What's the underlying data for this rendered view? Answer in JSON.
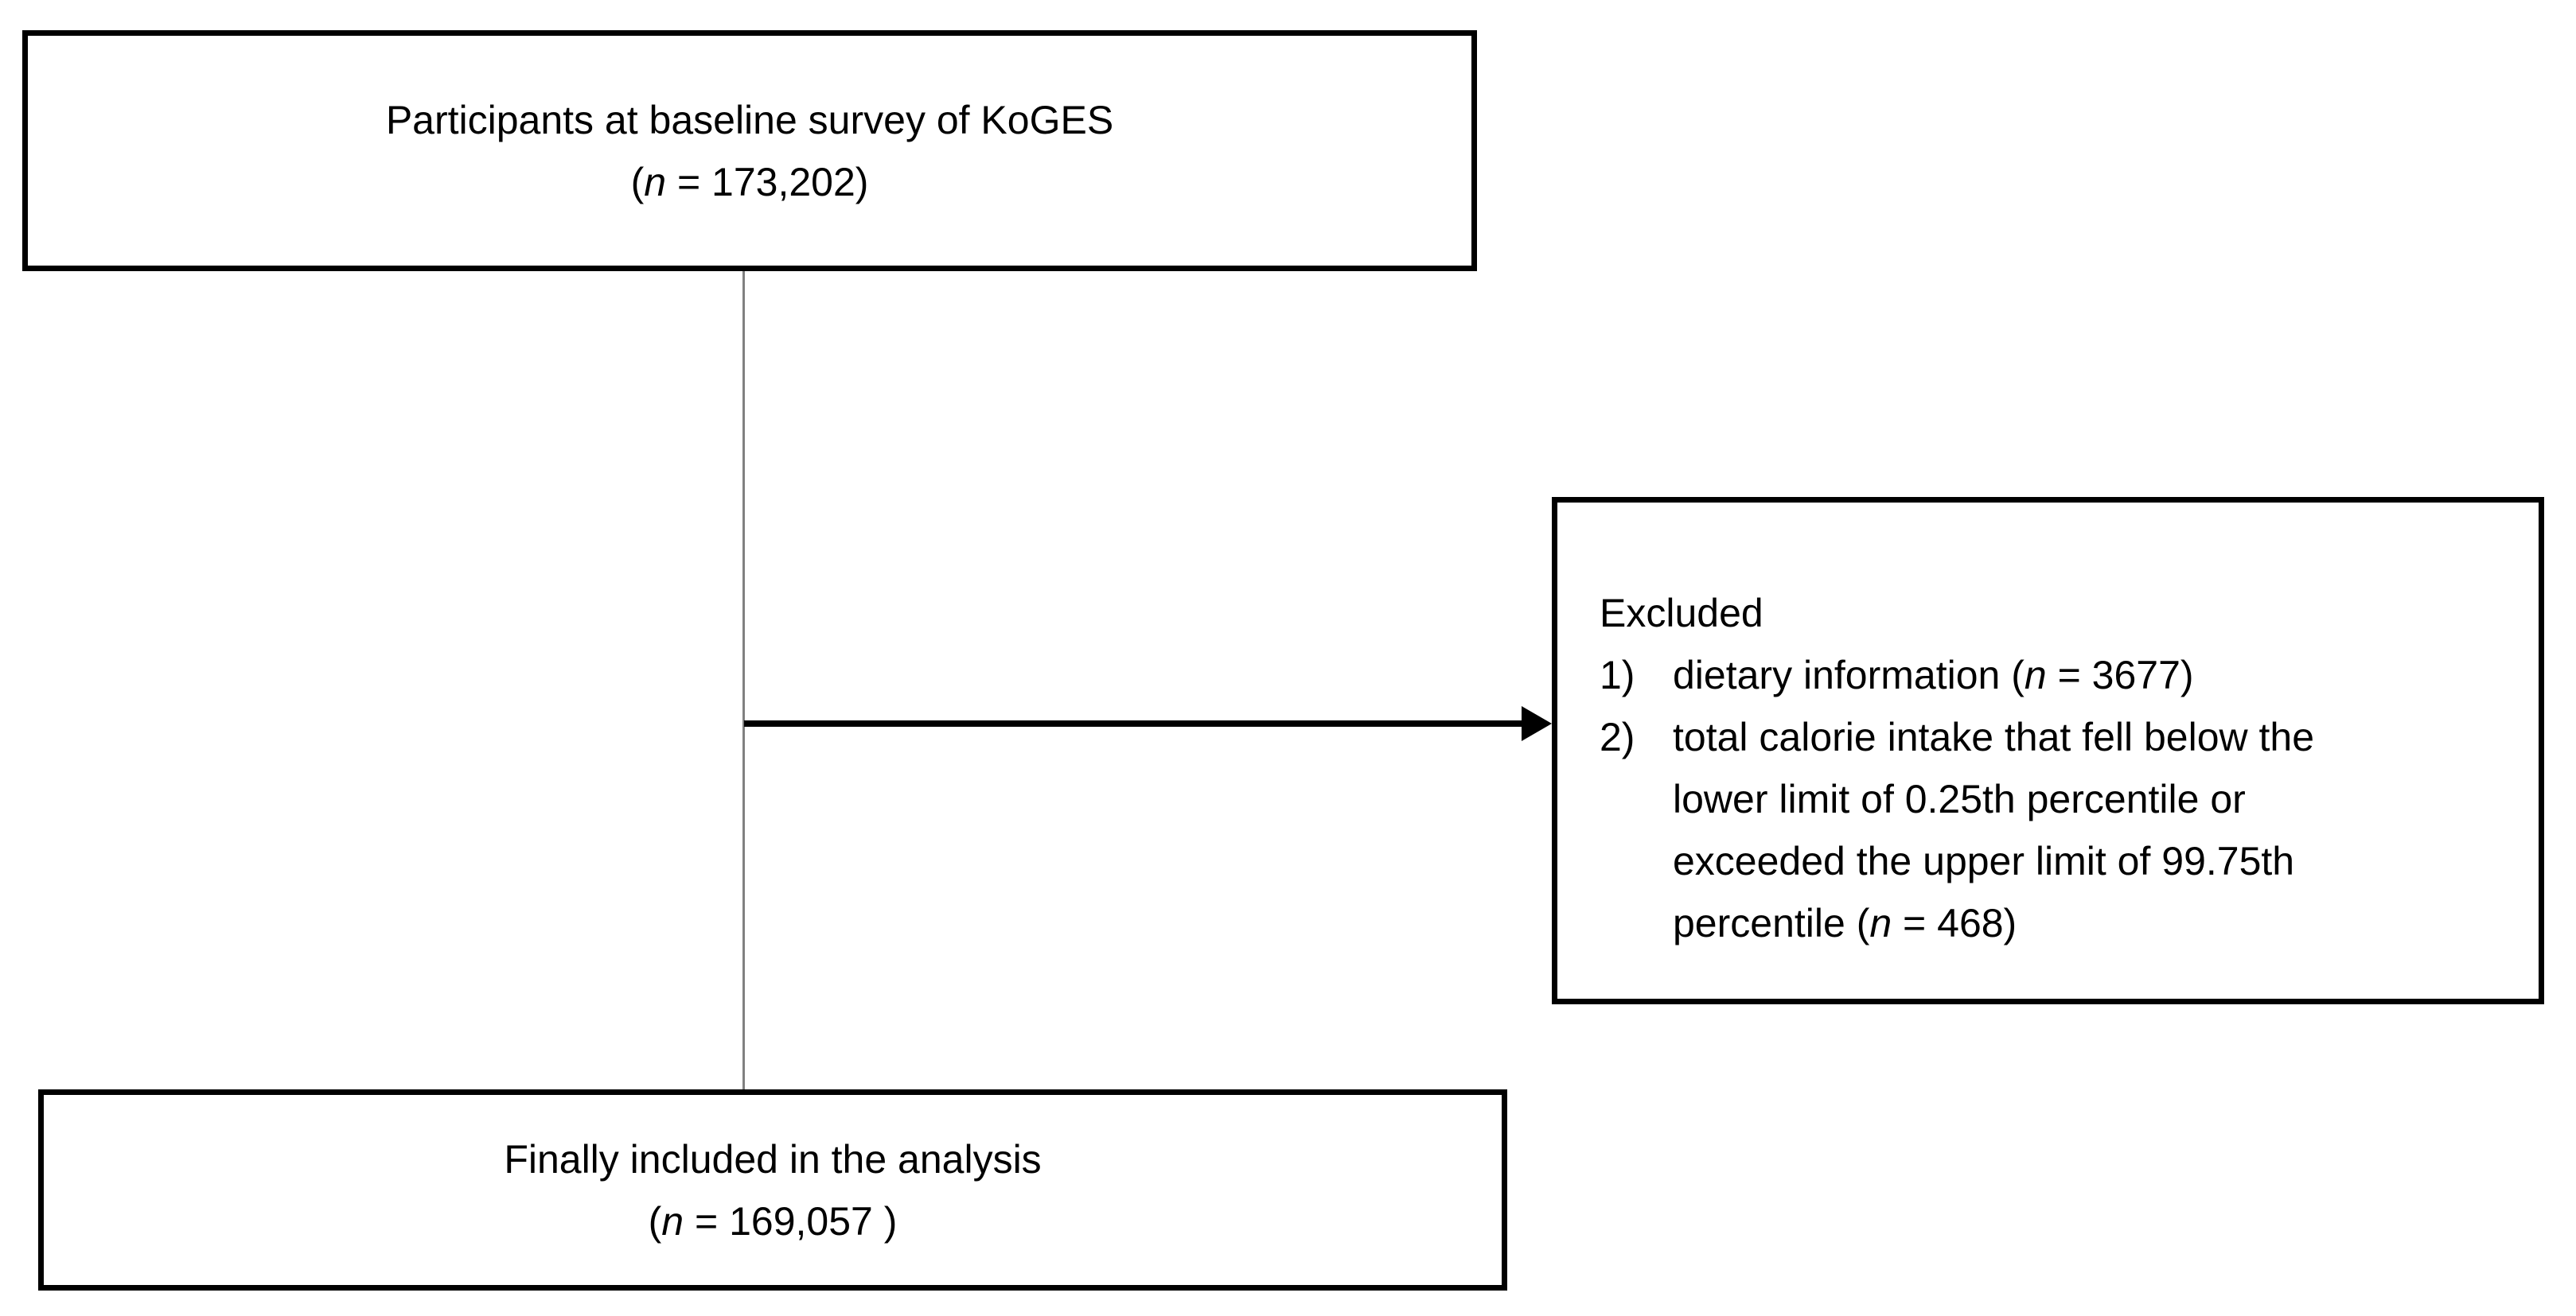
{
  "diagram": {
    "top_box": {
      "title": "Participants at baseline survey of KoGES",
      "count_pre": "(",
      "count_n": "n",
      "count_post": " = 173,202)"
    },
    "excluded_box": {
      "title": "Excluded",
      "items": [
        {
          "number": "1)",
          "pre": "dietary information (",
          "n": "n",
          "post": " = 3677)"
        },
        {
          "number": "2)",
          "line1": "total calorie intake that fell below the",
          "line2": "lower limit of 0.25th percentile or",
          "line3": "exceeded the upper limit of 99.75th",
          "line4_pre": "percentile (",
          "n": "n",
          "line4_post": " = 468)"
        }
      ]
    },
    "bottom_box": {
      "title": "Finally included in the analysis",
      "count_pre": "(",
      "count_n": "n",
      "count_post": " = 169,057 )"
    },
    "colors": {
      "background": "#ffffff",
      "box_border": "#000000",
      "text": "#000000",
      "arrow": "#000000",
      "connector_line": "#808080"
    }
  }
}
